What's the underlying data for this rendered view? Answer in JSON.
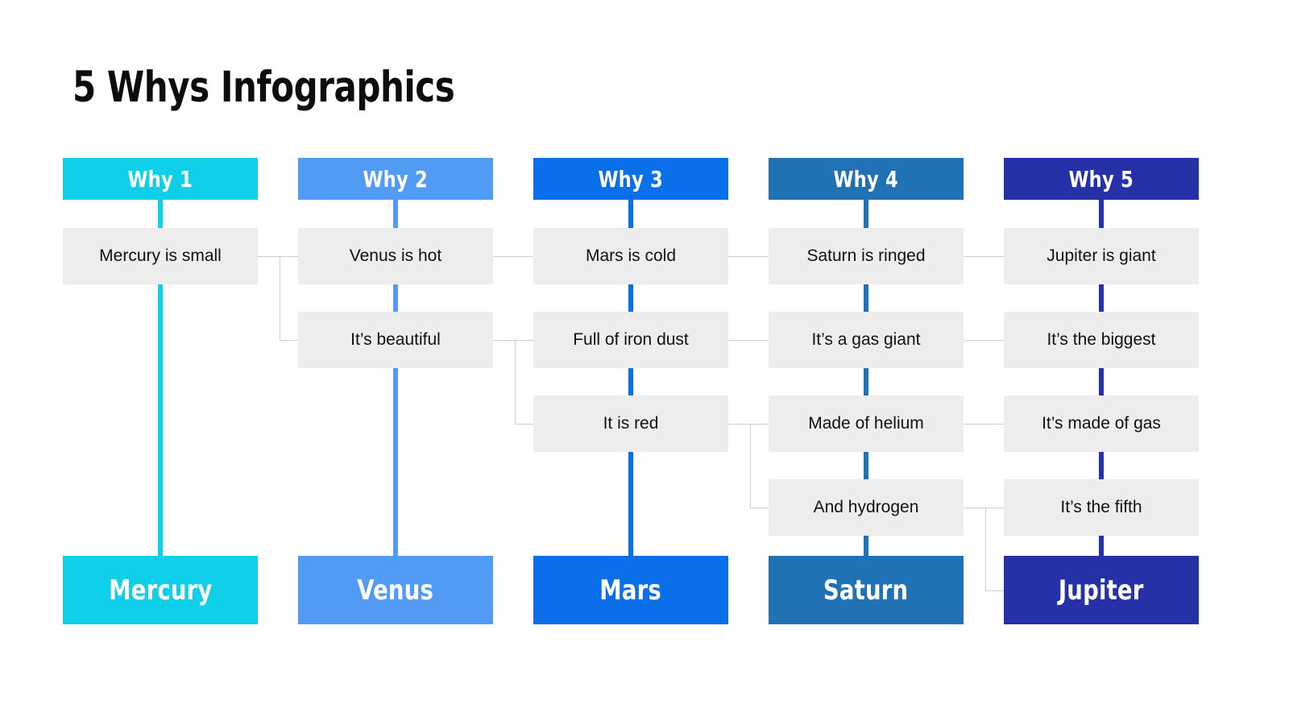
{
  "title": "5 Whys Infographics",
  "theme": {
    "background": "#ffffff",
    "cell_background": "#ededed",
    "cell_text": "#111111",
    "connector": "#cfcfcf",
    "title_color": "#0d0d0d"
  },
  "columns": [
    {
      "header": "Why 1",
      "footer": "Mercury",
      "color": "#10CFE8",
      "cells": [
        "Mercury is small"
      ]
    },
    {
      "header": "Why 2",
      "footer": "Venus",
      "color": "#529BF5",
      "cells": [
        "Venus is hot",
        "It’s beautiful"
      ]
    },
    {
      "header": "Why 3",
      "footer": "Mars",
      "color": "#0B6FEA",
      "cells": [
        "Mars is cold",
        "Full of iron dust",
        "It is red"
      ]
    },
    {
      "header": "Why 4",
      "footer": "Saturn",
      "color": "#2171B5",
      "cells": [
        "Saturn is ringed",
        "It’s a gas giant",
        "Made of helium",
        "And hydrogen"
      ]
    },
    {
      "header": "Why 5",
      "footer": "Jupiter",
      "color": "#2631A8",
      "cells": [
        "Jupiter is giant",
        "It’s the biggest",
        "It’s made of gas",
        "It’s the fifth"
      ]
    }
  ]
}
